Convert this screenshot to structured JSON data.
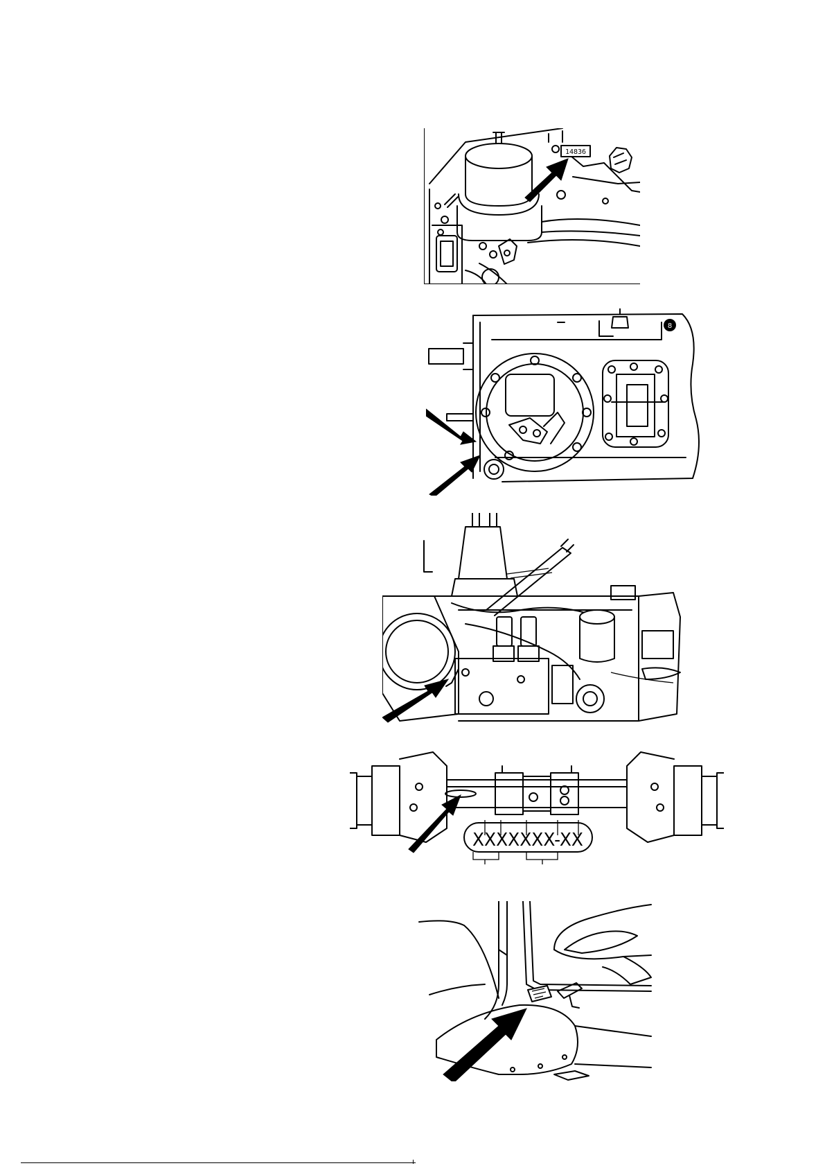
{
  "figures": {
    "engine_filter": {
      "serial_label": "14836"
    },
    "gearbox_side": {
      "badge_label": "8"
    },
    "axle": {
      "code_label": "XXXXXXX-XX"
    }
  }
}
